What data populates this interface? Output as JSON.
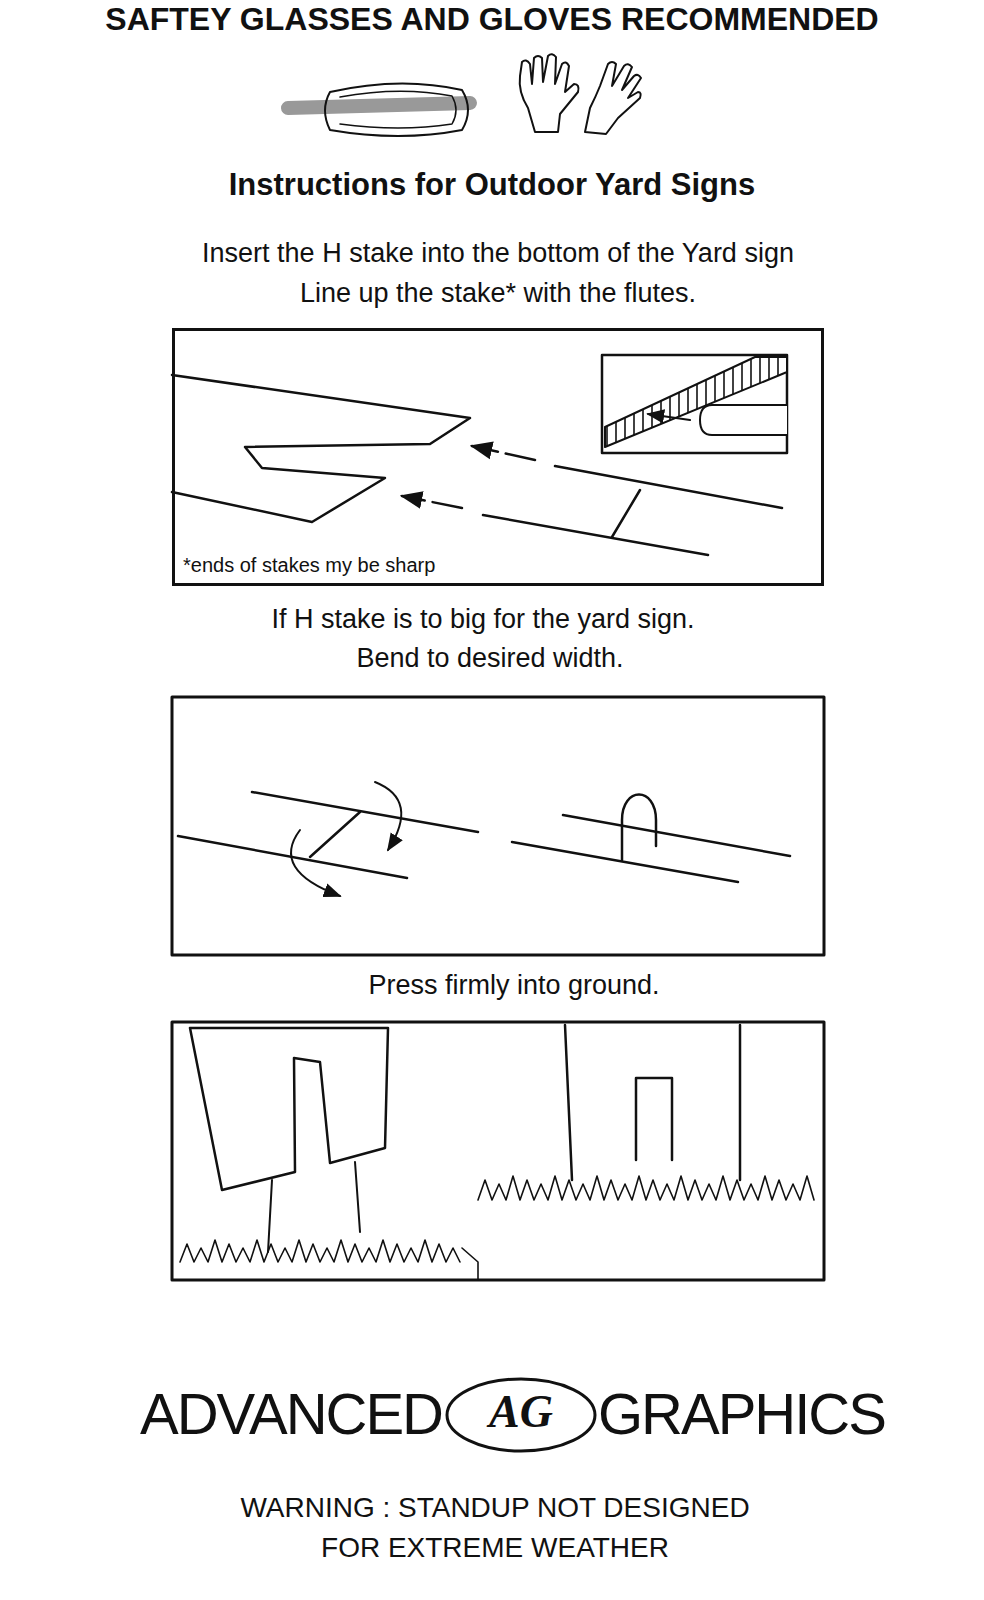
{
  "diagram": {
    "title": "Instructions for Outdoor Yard Signs",
    "nodes": [
      {
        "text": [
          "*ends of stakes my be sharp"
        ]
      }
    ],
    "labels": [
      "SAFTEY GLASSES AND GLOVES RECOMMENDED",
      "Insert the H stake into the bottom of the Yard sign",
      "Line up the stake* with the flutes.",
      "If H stake is to big for the yard sign.",
      "Bend to desired width.",
      "Press firmly into ground.",
      "ADVANCED",
      "AG",
      "GRAPHICS",
      "WARNING : STANDUP NOT DESIGNED",
      "FOR EXTREME WEATHER"
    ]
  }
}
